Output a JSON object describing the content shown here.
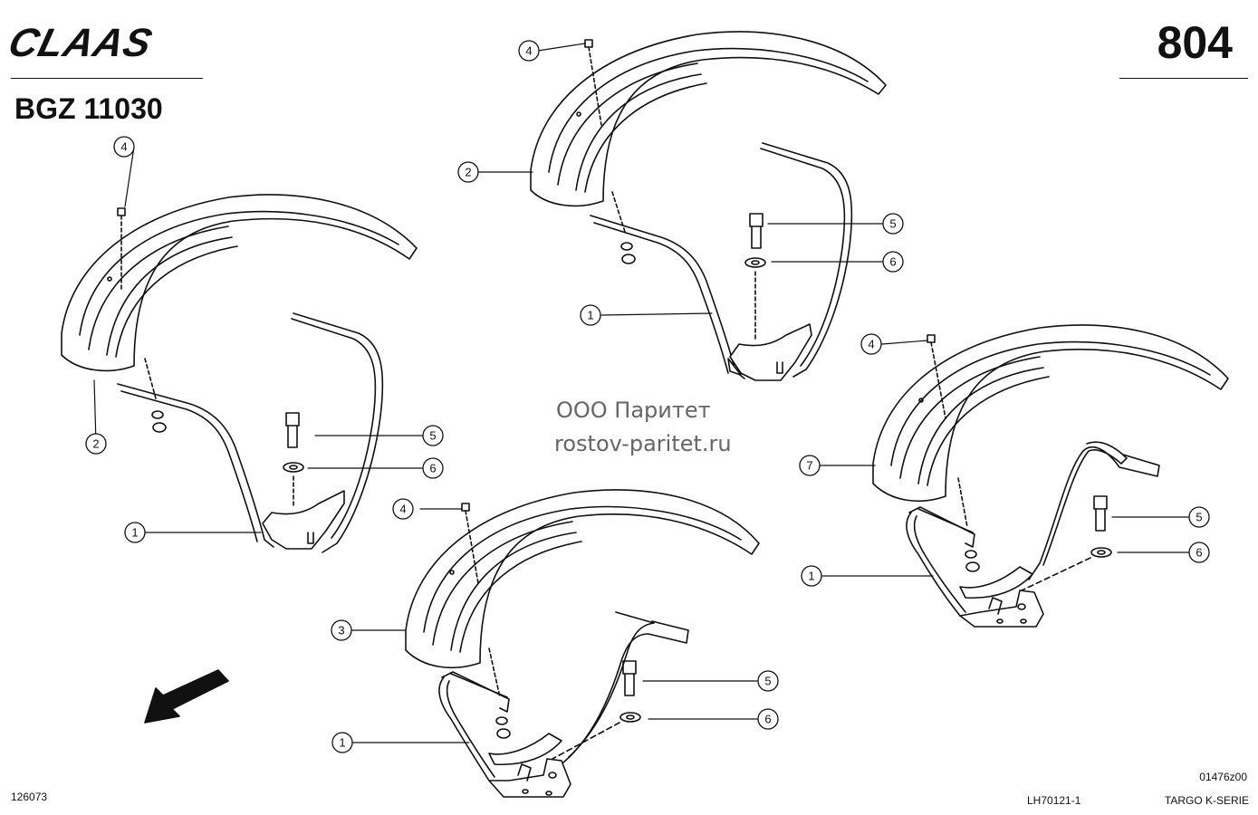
{
  "header": {
    "brand": "CLAAS",
    "doc_code": "BGZ 11030",
    "page_number": "804"
  },
  "watermark": {
    "line1": "ООО Паритет",
    "line2": "rostov-paritet.ru"
  },
  "footer": {
    "left_code": "126073",
    "drawing_code": "01476z00",
    "lh_code": "LH70121-1",
    "series": "TARGO K-SERIE"
  },
  "callouts": {
    "c1": "1",
    "c2": "2",
    "c3": "3",
    "c4": "4",
    "c5": "5",
    "c6": "6",
    "c7": "7"
  }
}
